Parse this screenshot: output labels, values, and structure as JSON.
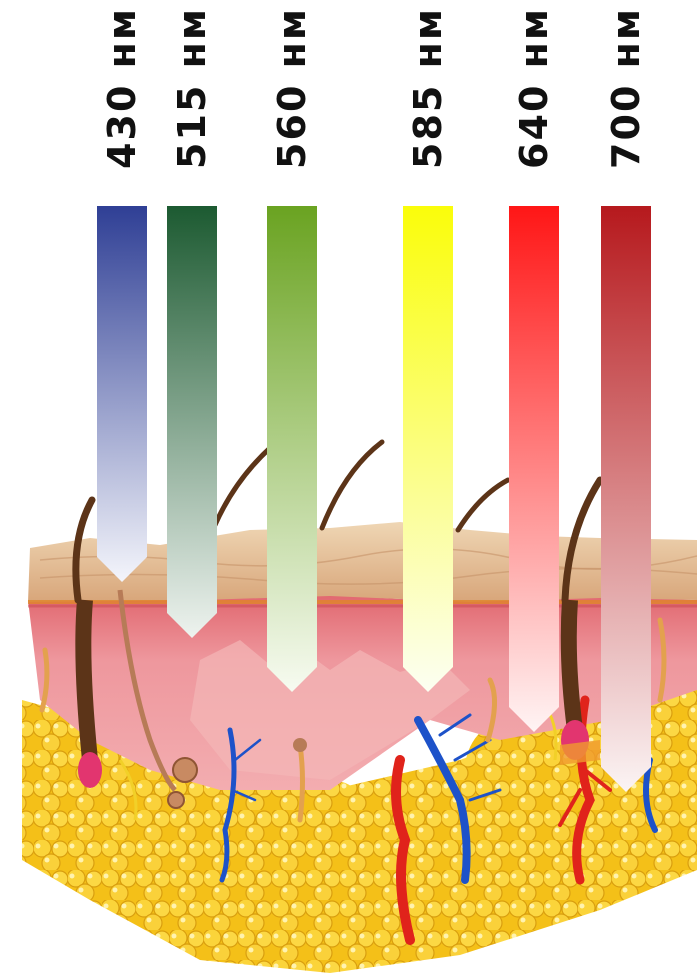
{
  "wavelengths": [
    {
      "label": "430 нм",
      "color_top": "#2f3f95",
      "color_bottom": "#f4f5fb"
    },
    {
      "label": "515 нм",
      "color_top": "#1c5a31",
      "color_bottom": "#eef3ef"
    },
    {
      "label": "560 нм",
      "color_top": "#6aa321",
      "color_bottom": "#f7fbf1"
    },
    {
      "label": "585 нм",
      "color_top": "#fafd0a",
      "color_bottom": "#fcfff2"
    },
    {
      "label": "640 нм",
      "color_top": "#ff1616",
      "color_bottom": "#fff4f4"
    },
    {
      "label": "700 нм",
      "color_top": "#b6191d",
      "color_bottom": "#fbf4f4"
    }
  ],
  "colors": {
    "dermis": "#eb8a91",
    "epidermis": "#ecc89c",
    "fat": "#f7c51e",
    "artery": "#e0231b",
    "vein": "#1d52c9",
    "hair": "#5c3418"
  }
}
